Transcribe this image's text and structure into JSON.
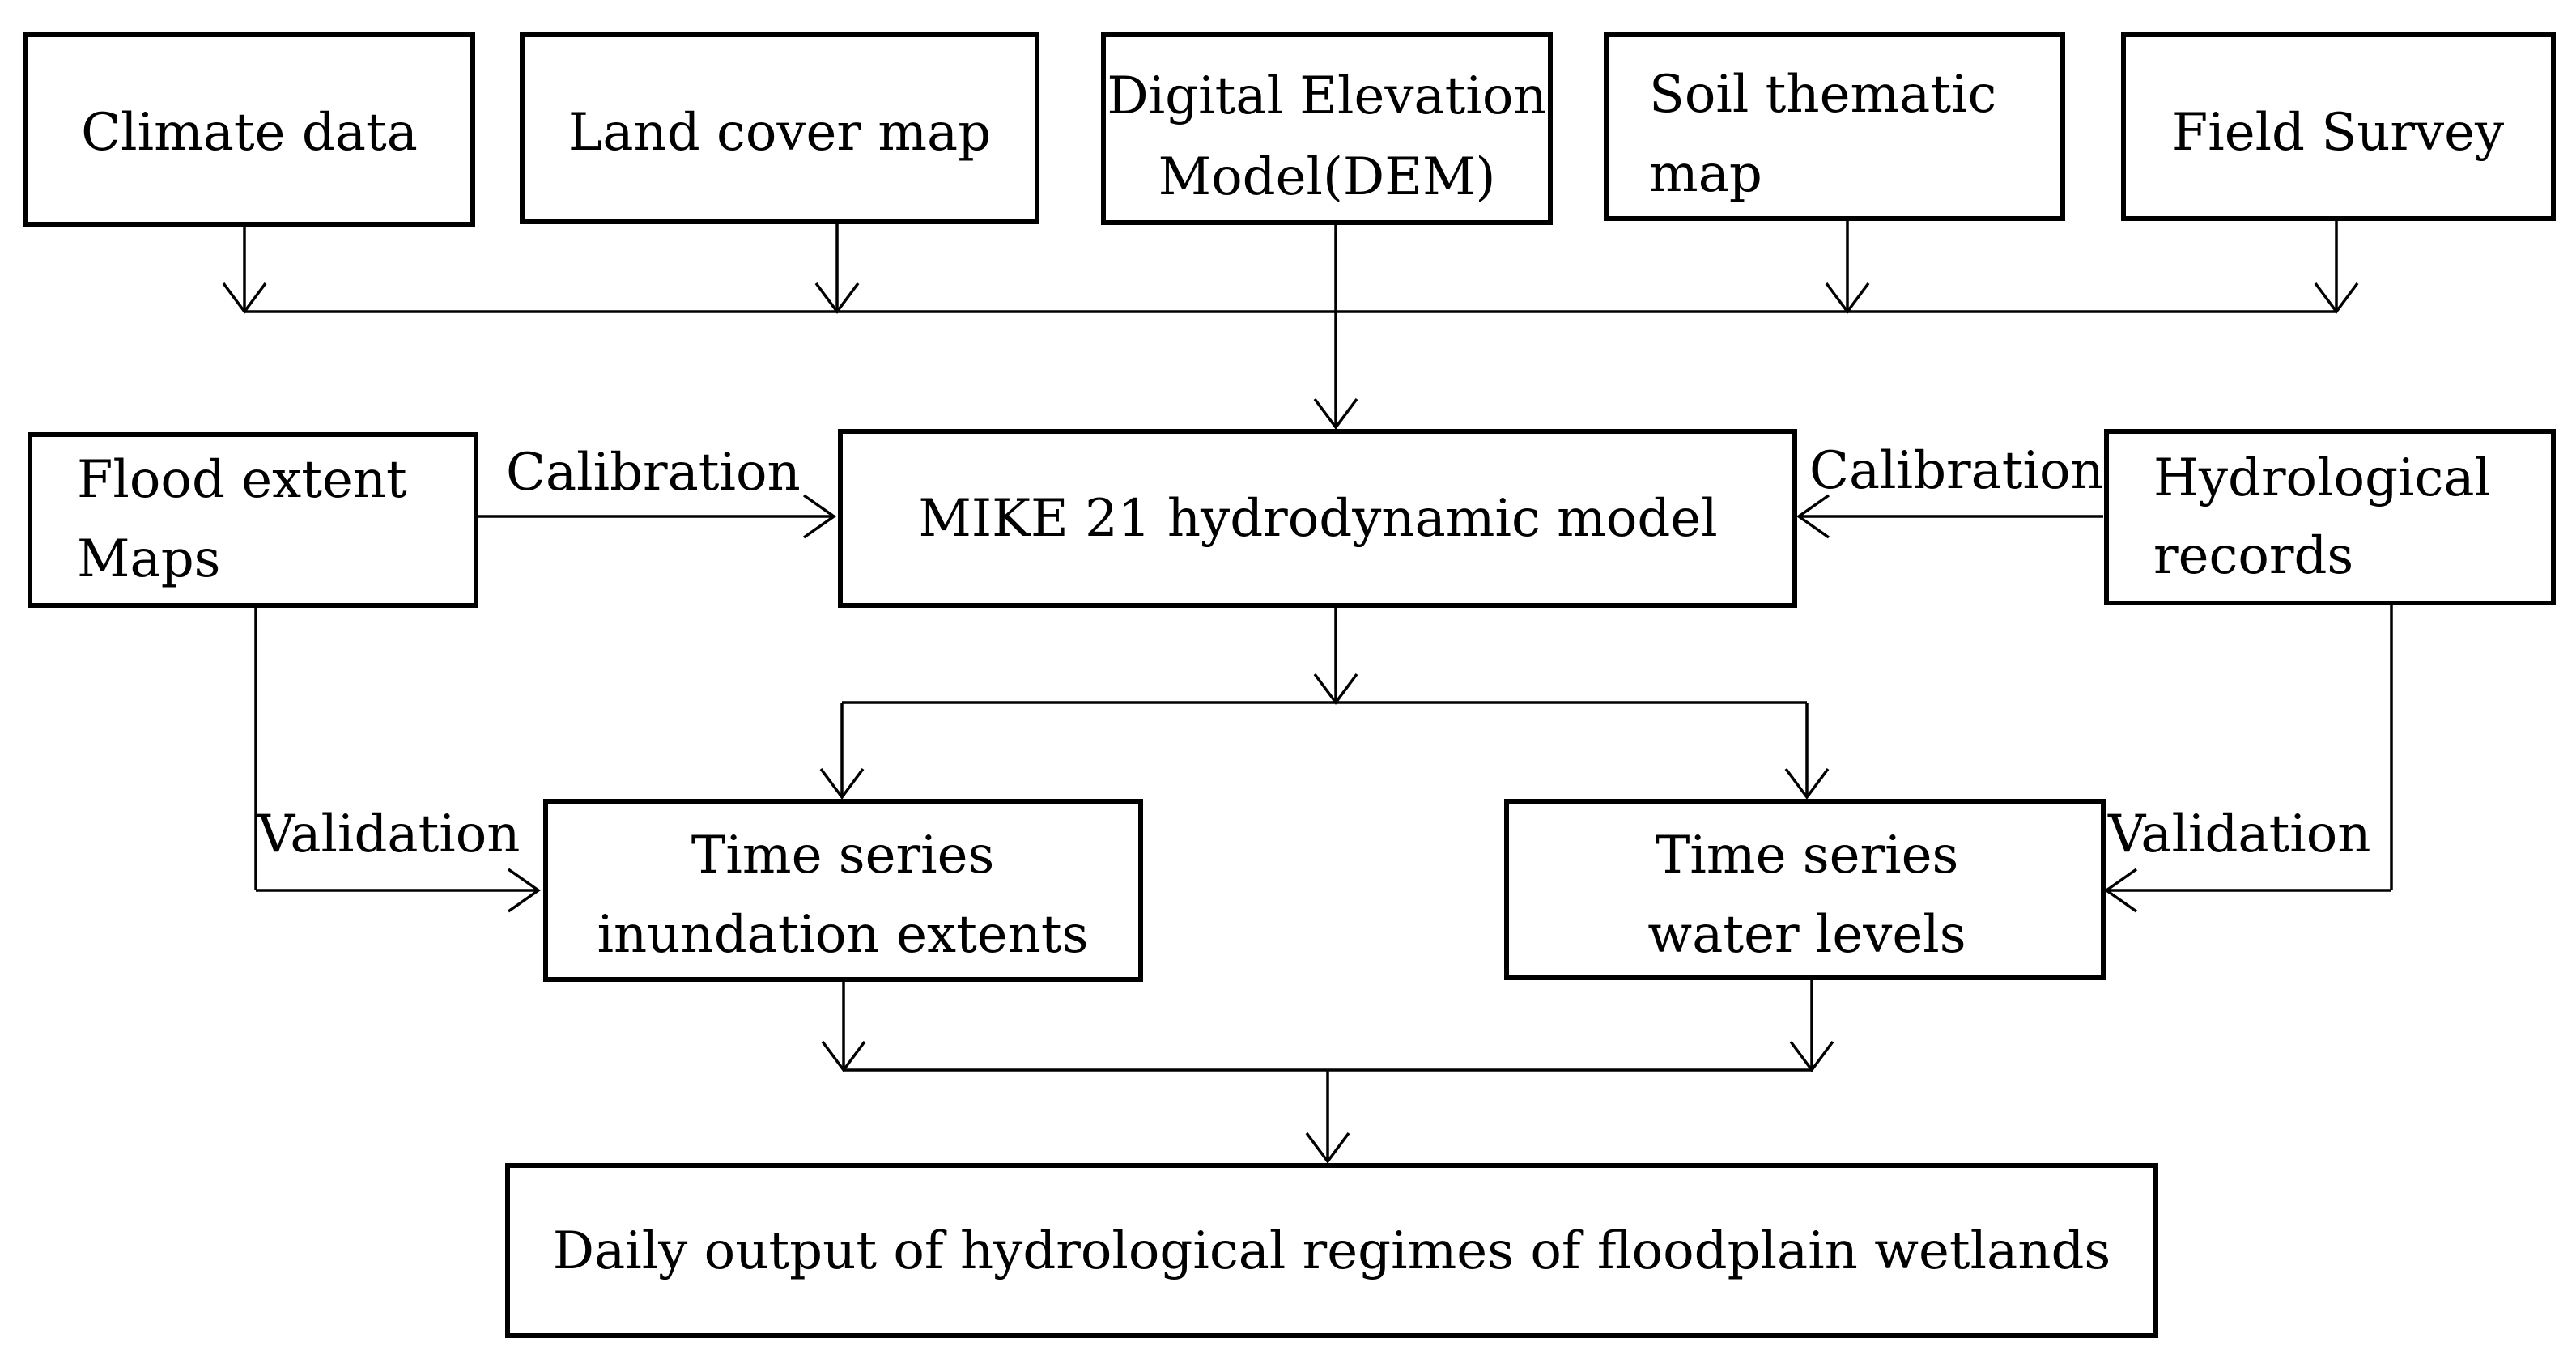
{
  "boxes": {
    "climate": [
      "Climate data"
    ],
    "landcover": [
      "Land cover map"
    ],
    "dem": [
      "Digital Elevation",
      "Model(DEM)"
    ],
    "soil": [
      "Soil thematic",
      "map"
    ],
    "field": [
      "Field Survey"
    ],
    "flood": [
      "Flood extent",
      "Maps"
    ],
    "mike": [
      "MIKE 21 hydrodynamic model"
    ],
    "hydro": [
      "Hydrological",
      "records"
    ],
    "inund": [
      "Time series",
      "inundation extents"
    ],
    "water": [
      "Time series",
      "water levels"
    ],
    "daily": [
      "Daily output of hydrological regimes of floodplain wetlands"
    ]
  },
  "edge_labels": {
    "calibration_left": "Calibration",
    "calibration_right": "Calibration",
    "validation_left": "Validation",
    "validation_right": "Validation"
  }
}
